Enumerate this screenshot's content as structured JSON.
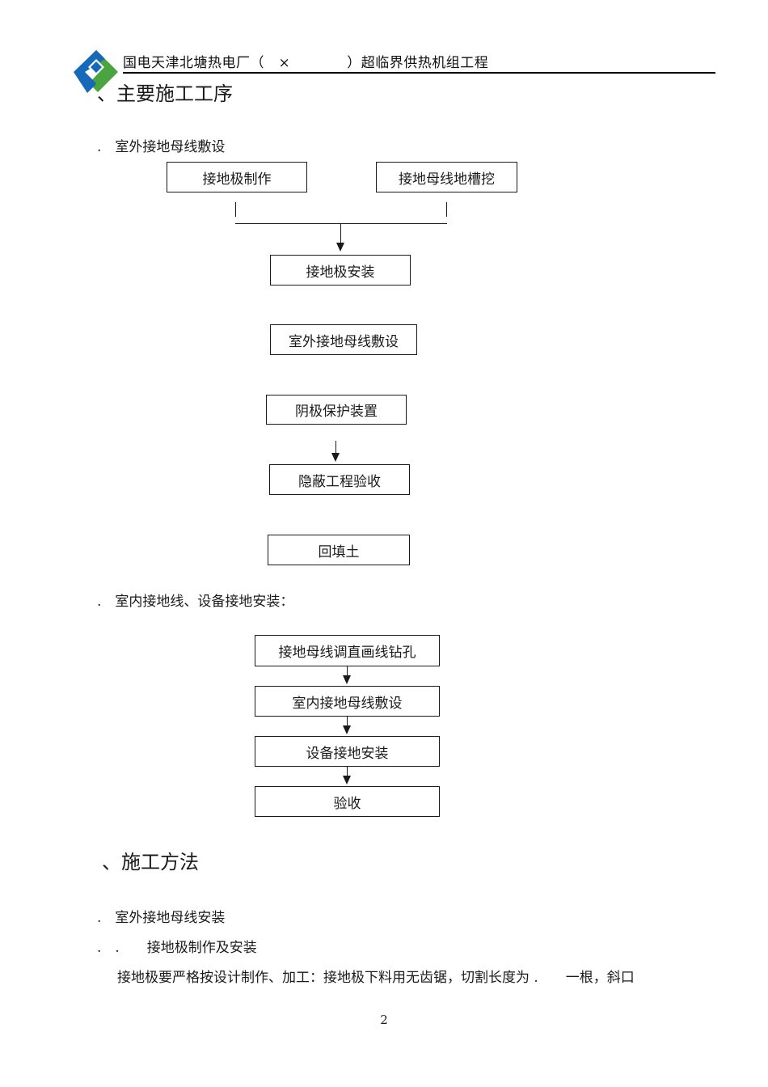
{
  "header": {
    "title": "国电天津北塘热电厂（　×　　　　）超临界供热机组工程",
    "logo_name": "company-logo"
  },
  "sections": {
    "main_process_heading": "、主要施工工序",
    "method_heading": "、施工方法"
  },
  "list_items": {
    "outdoor_busbar_laying": ".　室外接地母线敷设",
    "indoor_grounding_install": ".　室内接地线、设备接地安装：",
    "outdoor_busbar_install": ".　室外接地母线安装",
    "electrode_make_install": ".　.　　接地极制作及安装"
  },
  "body_text": {
    "electrode_paragraph": "接地极要严格按设计制作、加工：接地极下料用无齿锯，切割长度为 .　　一根，斜口"
  },
  "flowchart_outdoor": {
    "title": "室外接地母线敷设",
    "nodes": [
      {
        "id": "electrode-fabrication",
        "label": "接地极制作"
      },
      {
        "id": "busbar-trench-digging",
        "label": "接地母线地槽挖"
      },
      {
        "id": "electrode-installation",
        "label": "接地极安装"
      },
      {
        "id": "outdoor-busbar-laying",
        "label": "室外接地母线敷设"
      },
      {
        "id": "cathodic-protection",
        "label": "阴极保护装置"
      },
      {
        "id": "concealed-work-acceptance",
        "label": "隐蔽工程验收"
      },
      {
        "id": "backfill-soil",
        "label": "回填土"
      }
    ]
  },
  "flowchart_indoor": {
    "title": "室内接地线、设备接地安装",
    "nodes": [
      {
        "id": "busbar-straighten-mark-drill",
        "label": "接地母线调直画线钻孔"
      },
      {
        "id": "indoor-busbar-laying",
        "label": "室内接地母线敷设"
      },
      {
        "id": "equipment-grounding-install",
        "label": "设备接地安装"
      },
      {
        "id": "acceptance",
        "label": "验收"
      }
    ]
  },
  "footer": {
    "page_number": "2"
  },
  "colors": {
    "logo_blue": "#1669b8",
    "logo_green": "#4aa540",
    "text": "#1a1a1a",
    "rule": "#000000"
  }
}
